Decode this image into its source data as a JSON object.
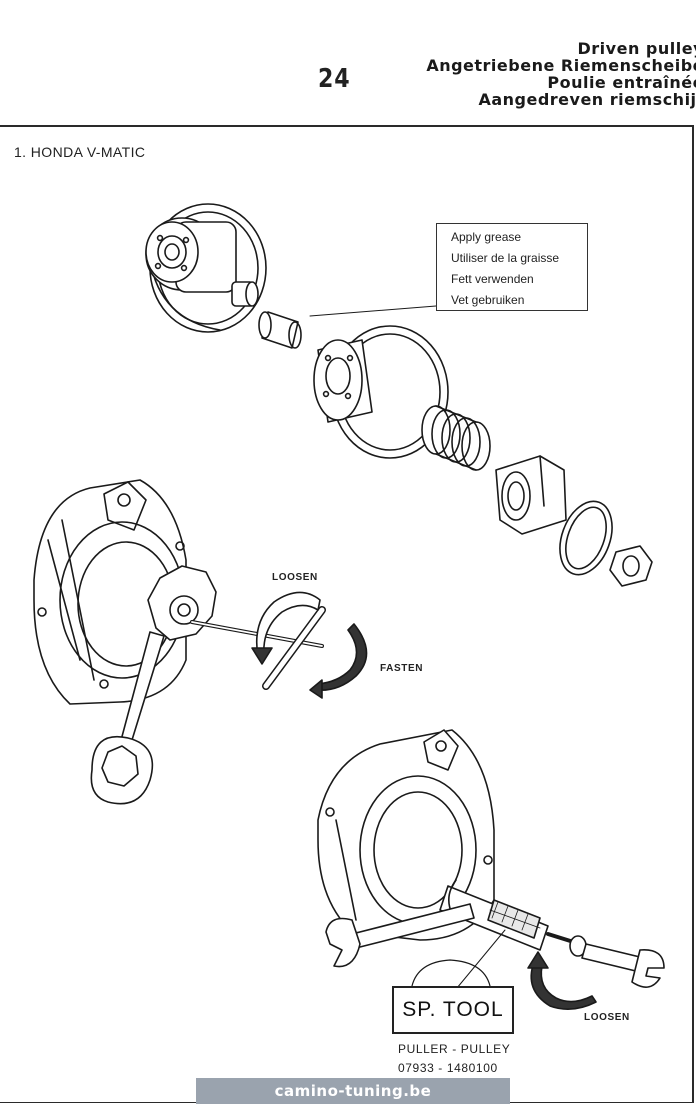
{
  "page": {
    "number": "24",
    "titles": [
      "Driven pulley",
      "Angetriebene Riemenscheibe",
      "Poulie entraînée",
      "Aangedreven riemschijf"
    ]
  },
  "section": {
    "heading": "1.  HONDA  V-MATIC"
  },
  "grease_note": {
    "lines": [
      "Apply grease",
      "Utiliser de la graisse",
      "Fett verwenden",
      "Vet gebruiken"
    ]
  },
  "callouts": {
    "loosen_top": "LOOSEN",
    "fasten": "FASTEN",
    "loosen_bottom": "LOOSEN"
  },
  "special_tool": {
    "label": "SP. TOOL",
    "name": "PULLER  -  PULLEY",
    "number": "07933  -  1480100"
  },
  "watermark": {
    "text": "camino-tuning.be"
  }
}
